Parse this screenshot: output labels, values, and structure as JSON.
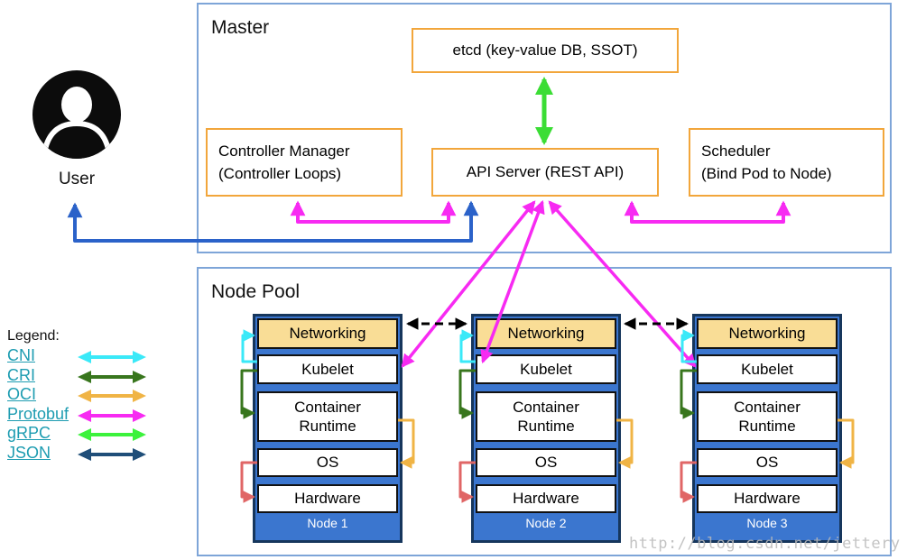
{
  "master": {
    "title": "Master",
    "etcd": "etcd (key-value DB, SSOT)",
    "controller_manager": {
      "line1": "Controller Manager",
      "line2": "(Controller Loops)"
    },
    "api_server": "API Server (REST API)",
    "scheduler": {
      "line1": "Scheduler",
      "line2": "(Bind Pod to Node)"
    }
  },
  "user": {
    "label": "User"
  },
  "node_pool": {
    "title": "Node Pool",
    "nodes": [
      {
        "name": "Node 1",
        "layers": {
          "networking": "Networking",
          "kubelet": "Kubelet",
          "container_runtime": "Container Runtime",
          "os": "OS",
          "hardware": "Hardware"
        }
      },
      {
        "name": "Node 2",
        "layers": {
          "networking": "Networking",
          "kubelet": "Kubelet",
          "container_runtime": "Container Runtime",
          "os": "OS",
          "hardware": "Hardware"
        }
      },
      {
        "name": "Node 3",
        "layers": {
          "networking": "Networking",
          "kubelet": "Kubelet",
          "container_runtime": "Container Runtime",
          "os": "OS",
          "hardware": "Hardware"
        }
      }
    ]
  },
  "legend": {
    "title": "Legend:",
    "items": [
      {
        "label": "CNI",
        "color": "#3ae9f8"
      },
      {
        "label": "CRI",
        "color": "#38761d"
      },
      {
        "label": "OCI",
        "color": "#f0b445"
      },
      {
        "label": "Protobuf",
        "color": "#f72af2"
      },
      {
        "label": "gRPC",
        "color": "#3cf23c"
      },
      {
        "label": "JSON",
        "color": "#1f4e79"
      }
    ]
  },
  "arrows": {
    "grpc_green": "#3bdd35",
    "protobuf_magenta": "#f72af2",
    "user_api_blue": "#2b62c9",
    "dashed_black": "#000000",
    "cni_cyan": "#3ae9f8",
    "cri_green": "#38761d",
    "oci_yellow": "#f0b445",
    "os_hw_red": "#e06666"
  },
  "colors": {
    "outer_border": "#7ea5d8",
    "component_border": "#f2a63b",
    "node_fill": "#3b76cf",
    "node_border": "#16365c",
    "networking_fill": "#f9dd96",
    "legend_link": "#1d9cb1"
  },
  "watermark": "http://blog.csdn.net/jettery"
}
